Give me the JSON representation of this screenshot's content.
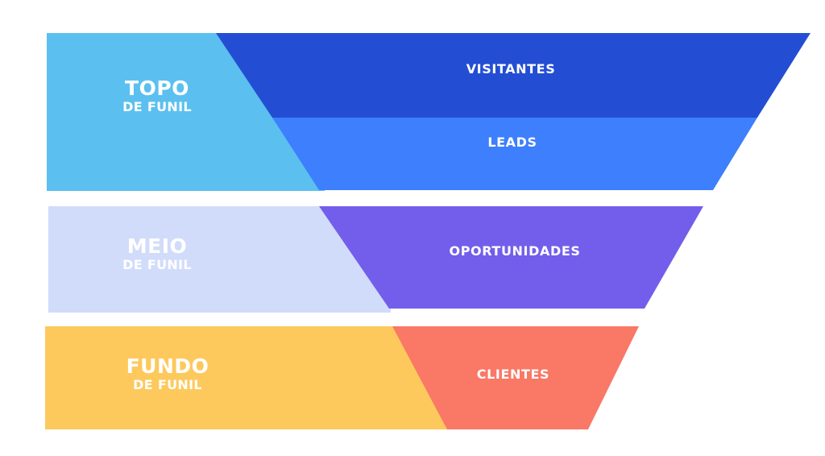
{
  "stages": [
    {
      "id": "topo",
      "title": "TOPO",
      "subtitle": "DE FUNIL",
      "color": "#5bc0f0"
    },
    {
      "id": "meio",
      "title": "MEIO",
      "subtitle": "DE FUNIL",
      "color": "#d1dcfb"
    },
    {
      "id": "fundo",
      "title": "FUNDO",
      "subtitle": "DE FUNIL",
      "color": "#fdc95d"
    }
  ],
  "segments": [
    {
      "id": "visitantes",
      "label": "VISITANTES",
      "color": "#234ed4"
    },
    {
      "id": "leads",
      "label": "LEADS",
      "color": "#3d7ffc"
    },
    {
      "id": "oportunidades",
      "label": "OPORTUNIDADES",
      "color": "#735eeb"
    },
    {
      "id": "clientes",
      "label": "CLIENTES",
      "color": "#fa7866"
    }
  ]
}
